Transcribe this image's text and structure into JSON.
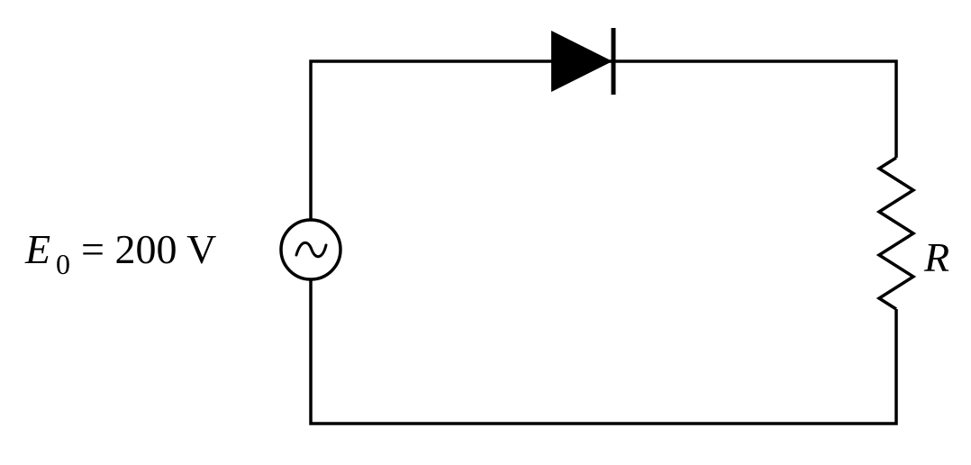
{
  "diagram": {
    "background_color": "#ffffff",
    "line_color": "#000000",
    "source_label": {
      "variable": "E",
      "subscript": "0",
      "rest": "= 200 V"
    },
    "resistor_label": "R",
    "icons": {
      "ac_source": "sine-tilde-in-circle",
      "diode": "filled-triangle-with-cathode-bar",
      "resistor": "vertical-zigzag"
    }
  }
}
